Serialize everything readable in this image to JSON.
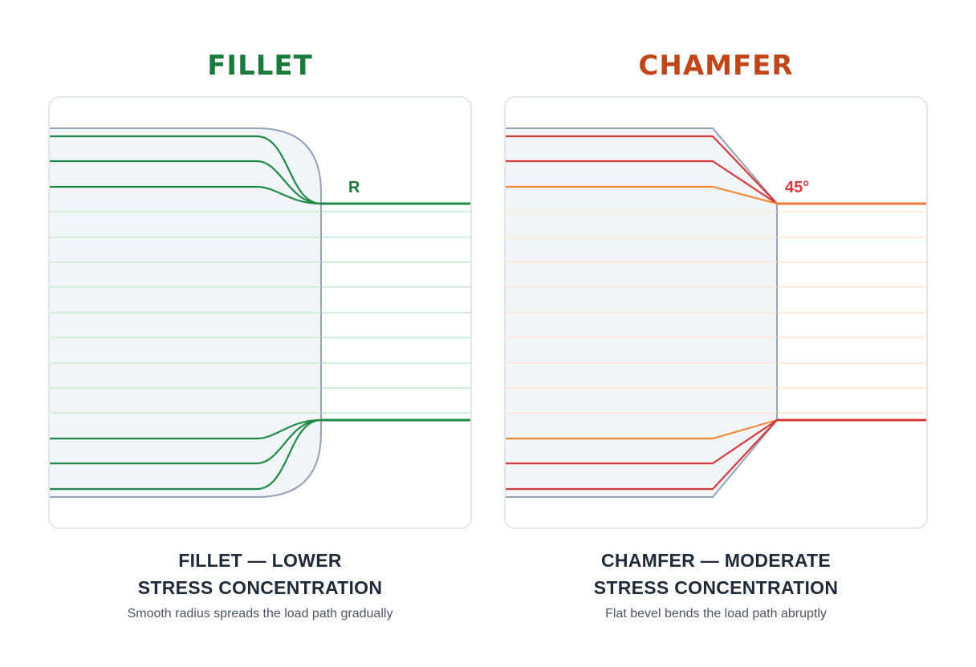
{
  "fillet": {
    "title": "FILLET",
    "title_color": "#1a7a3c",
    "label": "R",
    "caption_line1": "FILLET — LOWER",
    "caption_line2": "STRESS CONCENTRATION",
    "description": "Smooth radius spreads the load path gradually",
    "colors": {
      "flow_dark": "#1e8a45",
      "flow_light": "#bfe8d0",
      "label": "#1a7a3c"
    }
  },
  "chamfer": {
    "title": "CHAMFER",
    "title_color": "#c0461a",
    "label": "45°",
    "caption_line1": "CHAMFER — MODERATE",
    "caption_line2": "STRESS CONCENTRATION",
    "description": "Flat bevel bends the load path abruptly",
    "colors": {
      "flow_red": "#d33a3a",
      "flow_orange": "#ef8a3a",
      "flow_light": "#fde7cf",
      "label": "#d33a3a"
    }
  },
  "colors": {
    "part_fill": "#f0f3f7",
    "part_stroke": "#94a3b8",
    "frame_border": "#e3e6ea"
  }
}
